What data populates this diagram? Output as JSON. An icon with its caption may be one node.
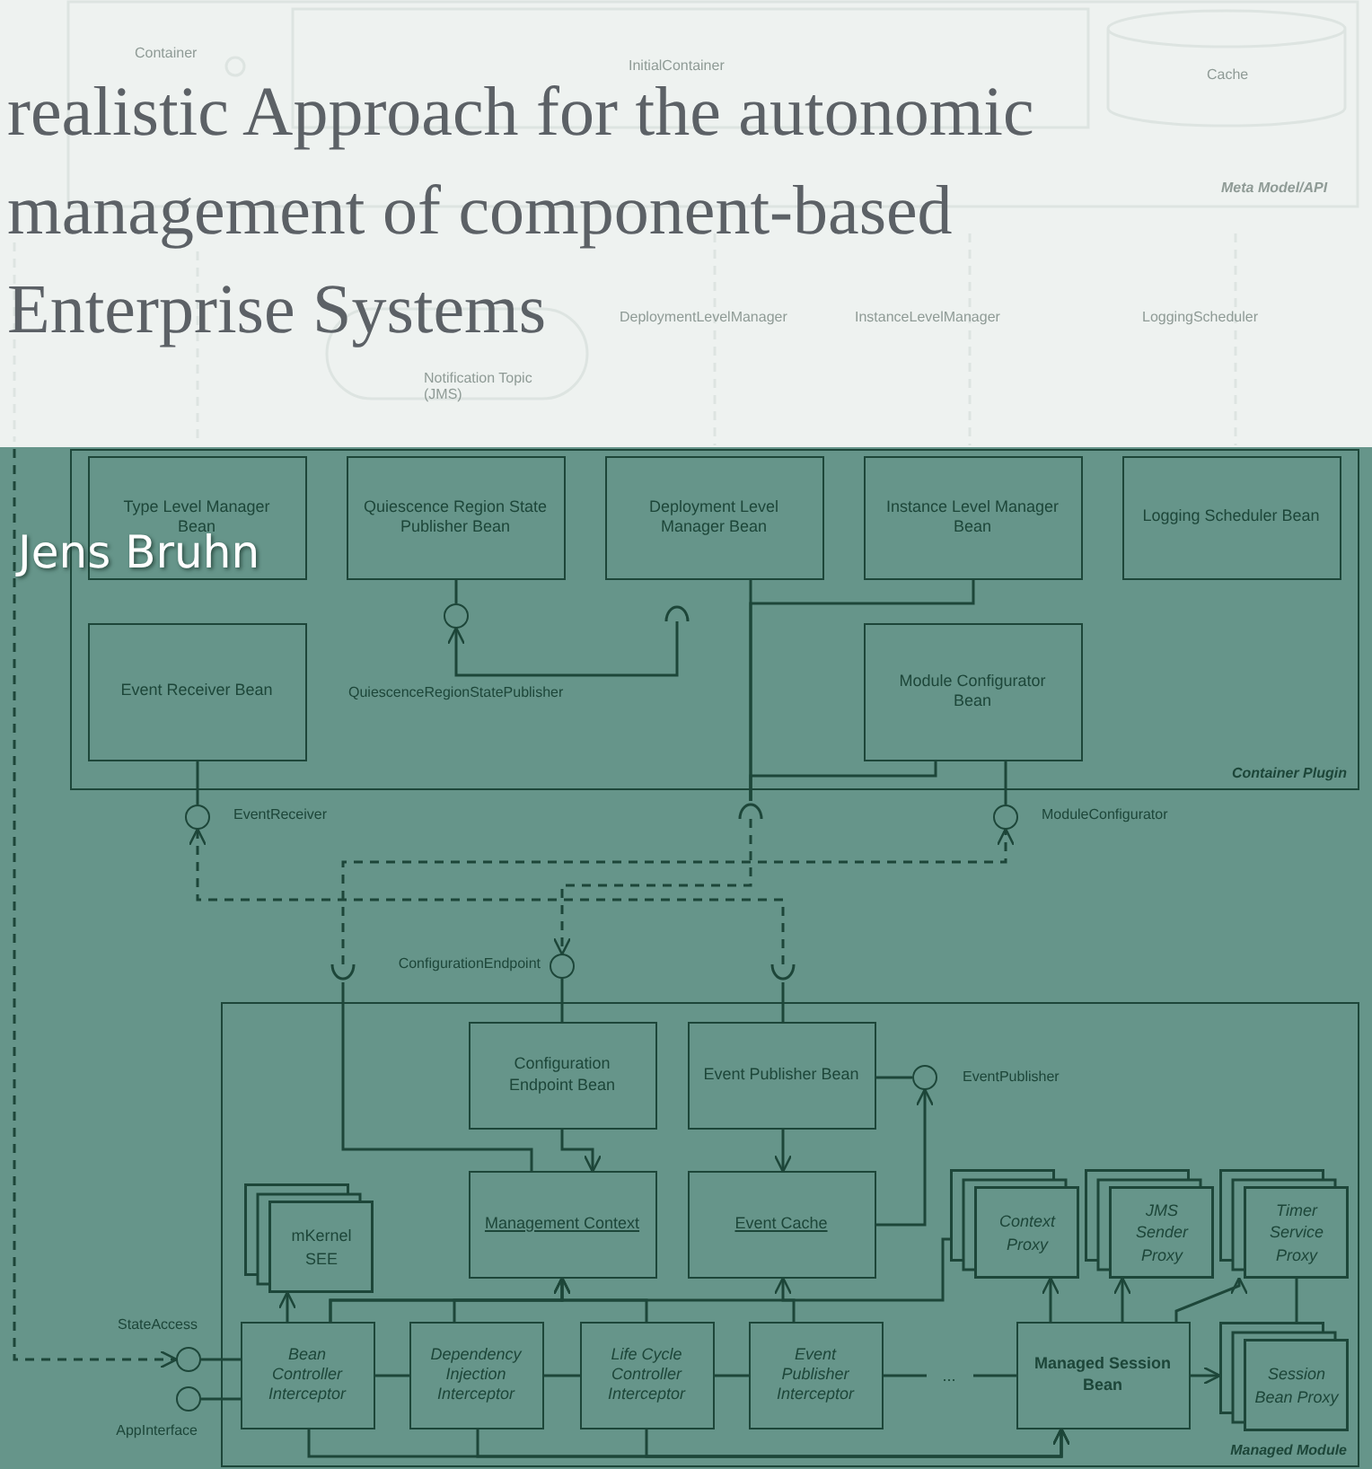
{
  "diagram": {
    "title": "realistic Approach for the autonomic management of component-based Enterprise Systems",
    "nodes": [
      {
        "text": [
          "Container Plugin"
        ]
      },
      {
        "text": [
          "Type Level Manager Bean"
        ],
        "in": 0
      },
      {
        "text": [
          "Quiescence Region State Publisher Bean"
        ],
        "in": 0
      },
      {
        "text": [
          "Deployment Level Manager Bean"
        ],
        "in": 0
      },
      {
        "text": [
          "Instance Level Manager Bean"
        ],
        "in": 0
      },
      {
        "text": [
          "Logging Scheduler Bean"
        ],
        "in": 0
      },
      {
        "text": [
          "Event Receiver Bean"
        ],
        "in": 0
      },
      {
        "text": [
          "Module Configurator Bean"
        ],
        "in": 0
      },
      {
        "text": [],
        "shape": "circle",
        "in": 0
      },
      {
        "text": [],
        "shape": "arc",
        "in": 0
      },
      {
        "text": [],
        "shape": "circle",
        "beside": [
          "EventReceiver"
        ]
      },
      {
        "text": [],
        "shape": "arc"
      },
      {
        "text": [],
        "shape": "circle",
        "beside": [
          "ModuleConfigurator"
        ]
      },
      {
        "text": [
          "Managed Module"
        ]
      },
      {
        "text": [],
        "shape": "arc"
      },
      {
        "text": [],
        "shape": "circle",
        "beside": [
          "ConfigurationEndpoint"
        ]
      },
      {
        "text": [],
        "shape": "arc"
      },
      {
        "text": [
          "Configuration Endpoint Bean"
        ],
        "in": 13
      },
      {
        "text": [
          "Event Publisher Bean"
        ],
        "in": 13
      },
      {
        "text": [],
        "shape": "circle",
        "in": 13,
        "beside": [
          "EventPublisher"
        ]
      },
      {
        "text": [
          "Management Context"
        ],
        "in": 13
      },
      {
        "text": [
          "Event Cache"
        ],
        "in": 13
      },
      {
        "text": [
          "mKernel SEE"
        ],
        "in": 13
      },
      {
        "text": [
          "Context Proxy"
        ],
        "in": 13
      },
      {
        "text": [
          "JMS Sender Proxy"
        ],
        "in": 13
      },
      {
        "text": [
          "Timer Service Proxy"
        ],
        "in": 13
      },
      {
        "text": [
          "Bean Controller Interceptor"
        ],
        "in": 13
      },
      {
        "text": [
          "Dependency Injection Interceptor"
        ],
        "in": 13
      },
      {
        "text": [
          "Life Cycle Controller Interceptor"
        ],
        "in": 13
      },
      {
        "text": [
          "Event Publisher Interceptor"
        ],
        "in": 13
      },
      {
        "text": [
          "..."
        ],
        "in": 13
      },
      {
        "text": [
          "Managed Session Bean"
        ],
        "in": 13
      },
      {
        "text": [
          "Session Bean Proxy"
        ],
        "in": 13
      },
      {
        "text": [],
        "shape": "circle",
        "beside": [
          "StateAccess"
        ]
      },
      {
        "text": [],
        "shape": "circle",
        "beside": [
          "AppInterface"
        ]
      }
    ],
    "edges": [
      {
        "from": 2,
        "to": 8,
        "arrow": "none"
      },
      {
        "from": 9,
        "to": 8,
        "arrow": "to"
      },
      {
        "from": 6,
        "to": 10,
        "arrow": "none"
      },
      {
        "from": 3,
        "to": 11,
        "arrow": "none"
      },
      {
        "from": 4,
        "to": 11,
        "arrow": "none"
      },
      {
        "from": 7,
        "to": 11,
        "arrow": "none"
      },
      {
        "from": 7,
        "to": 12,
        "arrow": "none"
      },
      {
        "from": 14,
        "to": 12,
        "arrow": "to",
        "style": "dashed"
      },
      {
        "from": 11,
        "to": 15,
        "arrow": "to",
        "style": "dashed"
      },
      {
        "from": 16,
        "to": 10,
        "arrow": "to",
        "style": "dashed"
      },
      {
        "from": null,
        "to": 33,
        "arrow": "to",
        "style": "dashed"
      },
      {
        "from": 15,
        "to": 17,
        "arrow": "none"
      },
      {
        "from": 16,
        "to": 18,
        "arrow": "none"
      },
      {
        "from": 18,
        "to": 19,
        "arrow": "none"
      },
      {
        "from": 14,
        "to": 20,
        "arrow": "none"
      },
      {
        "from": 17,
        "to": 20,
        "arrow": "to"
      },
      {
        "from": 18,
        "to": 21,
        "arrow": "to"
      },
      {
        "from": 21,
        "to": 19,
        "arrow": "to"
      },
      {
        "from": 26,
        "to": 22,
        "arrow": "to"
      },
      {
        "from": 26,
        "to": 20,
        "arrow": "to"
      },
      {
        "from": 27,
        "to": 20,
        "arrow": "to"
      },
      {
        "from": 28,
        "to": 20,
        "arrow": "to"
      },
      {
        "from": 29,
        "to": 21,
        "arrow": "to"
      },
      {
        "from": 26,
        "to": 23,
        "arrow": "none"
      },
      {
        "from": 25,
        "to": 32,
        "arrow": "none"
      },
      {
        "from": 26,
        "to": 27,
        "arrow": "none"
      },
      {
        "from": 27,
        "to": 28,
        "arrow": "none"
      },
      {
        "from": 28,
        "to": 29,
        "arrow": "none"
      },
      {
        "from": 29,
        "to": 30,
        "arrow": "none"
      },
      {
        "from": 30,
        "to": 31,
        "arrow": "none"
      },
      {
        "from": 26,
        "to": 31,
        "arrow": "to"
      },
      {
        "from": 27,
        "to": 31,
        "arrow": "to"
      },
      {
        "from": 28,
        "to": 31,
        "arrow": "to"
      },
      {
        "from": 31,
        "to": 23,
        "arrow": "to"
      },
      {
        "from": 31,
        "to": 24,
        "arrow": "to"
      },
      {
        "from": 31,
        "to": 25,
        "arrow": "to"
      },
      {
        "from": 31,
        "to": 32,
        "arrow": "to"
      },
      {
        "from": 26,
        "to": 33,
        "arrow": "none"
      },
      {
        "from": 26,
        "to": 34,
        "arrow": "none"
      }
    ],
    "labels": [
      "Container",
      "InitialContainer",
      "Cache",
      "Meta Model/API",
      "DeploymentLevelManager",
      "InstanceLevelManager",
      "LoggingScheduler",
      "Notification Topic (JMS)",
      "Jens Bruhn",
      "QuiescenceRegionStatePublisher"
    ]
  }
}
